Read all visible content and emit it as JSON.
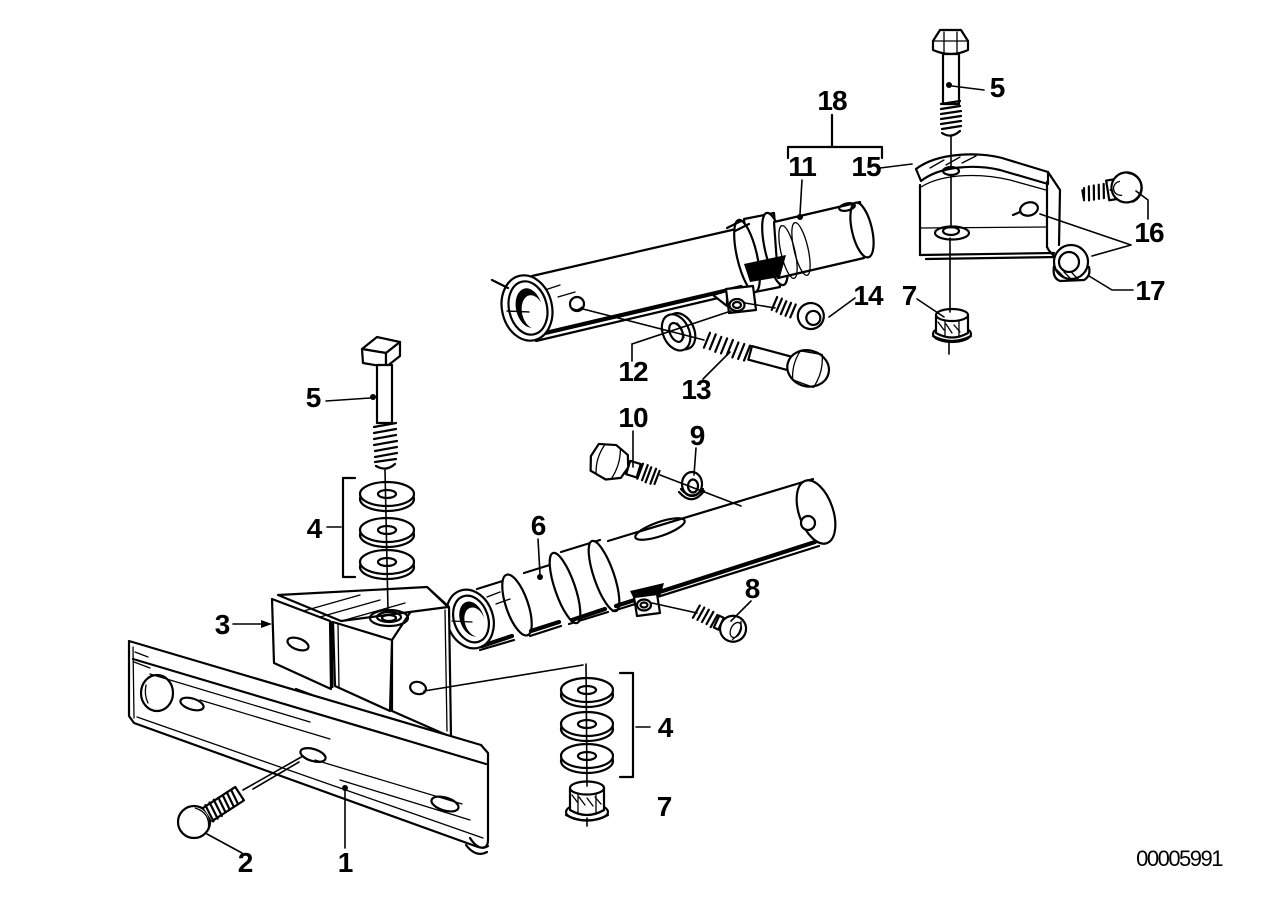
{
  "diagram": {
    "type": "exploded-parts-diagram",
    "background": "#ffffff",
    "ink": "#000000",
    "drawing_number": "00005991",
    "callouts": [
      {
        "id": "18",
        "text": "18"
      },
      {
        "id": "11",
        "text": "11"
      },
      {
        "id": "15",
        "text": "15"
      },
      {
        "id": "5-top",
        "text": "5"
      },
      {
        "id": "16",
        "text": "16"
      },
      {
        "id": "17",
        "text": "17"
      },
      {
        "id": "7-right",
        "text": "7"
      },
      {
        "id": "14",
        "text": "14"
      },
      {
        "id": "12",
        "text": "12"
      },
      {
        "id": "13",
        "text": "13"
      },
      {
        "id": "5-left",
        "text": "5"
      },
      {
        "id": "10",
        "text": "10"
      },
      {
        "id": "9",
        "text": "9"
      },
      {
        "id": "4-left",
        "text": "4"
      },
      {
        "id": "6",
        "text": "6"
      },
      {
        "id": "3",
        "text": "3"
      },
      {
        "id": "8",
        "text": "8"
      },
      {
        "id": "4-bottom",
        "text": "4"
      },
      {
        "id": "7-bottom",
        "text": "7"
      },
      {
        "id": "2",
        "text": "2"
      },
      {
        "id": "1",
        "text": "1"
      }
    ]
  }
}
